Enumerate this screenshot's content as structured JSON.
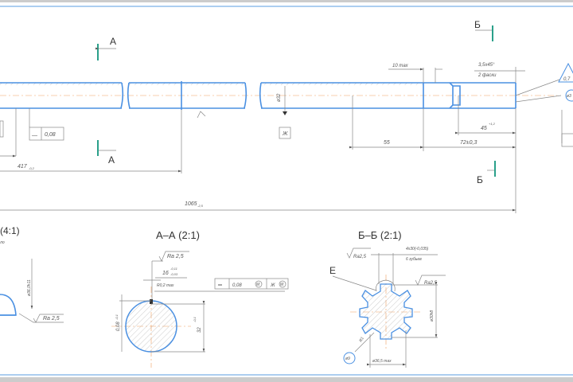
{
  "colors": {
    "contour": "#4a90e2",
    "centerline": "#f0a060",
    "section_marker": "#2aa08a",
    "dimension": "#888888"
  },
  "main_view": {
    "section_a_label": "A",
    "section_b_label": "Б",
    "tolerance_frame": {
      "symbol": "—",
      "value": "0,08"
    },
    "datum_frame": "Ж",
    "diameter_label": "ø32",
    "dims": {
      "d417": "417",
      "d417_tol": "-0,2",
      "d1065": "1065",
      "d1065_tol": "-2,5",
      "d55": "55",
      "d72": "72±0,3",
      "d45": "45",
      "d45_tol": "+1,2",
      "d10max": "10 max",
      "chamfer": "3,5х45°",
      "chamfer_note": "2 фаски"
    },
    "roughness_label": "0,7",
    "callout": "ø3"
  },
  "detail_view": {
    "title": "(4:1)",
    "note": "ло",
    "dim": "ø36,0h11",
    "roughness": "Ra 2,5"
  },
  "section_aa": {
    "title": "А–А (2:1)",
    "roughness": "Ra 2,5",
    "key_width": "16",
    "key_tol_upper": "-0,11",
    "key_tol_lower": "-0,03",
    "key_depth": "R0,2 max",
    "frame": {
      "symbol": "═",
      "value": "0,08",
      "mod1": "М",
      "datum": "Ж",
      "mod2": "М"
    },
    "dim_left": "0,08",
    "dim_left_tol": "-0,1",
    "dim_right": "32",
    "dim_right_tol": "-0,1"
  },
  "section_bb": {
    "title": "Б–Б (2:1)",
    "roughness_1": "Ra2,5",
    "roughness_2": "Ra2,5",
    "spline_dim": "4х30(-0,035)",
    "spline_note": "6 зубьев",
    "label_e": "E",
    "dim_right": "ø30h8",
    "dim_bottom": "ø36,5 max",
    "dim_r": "R1",
    "callout": "ø9"
  }
}
